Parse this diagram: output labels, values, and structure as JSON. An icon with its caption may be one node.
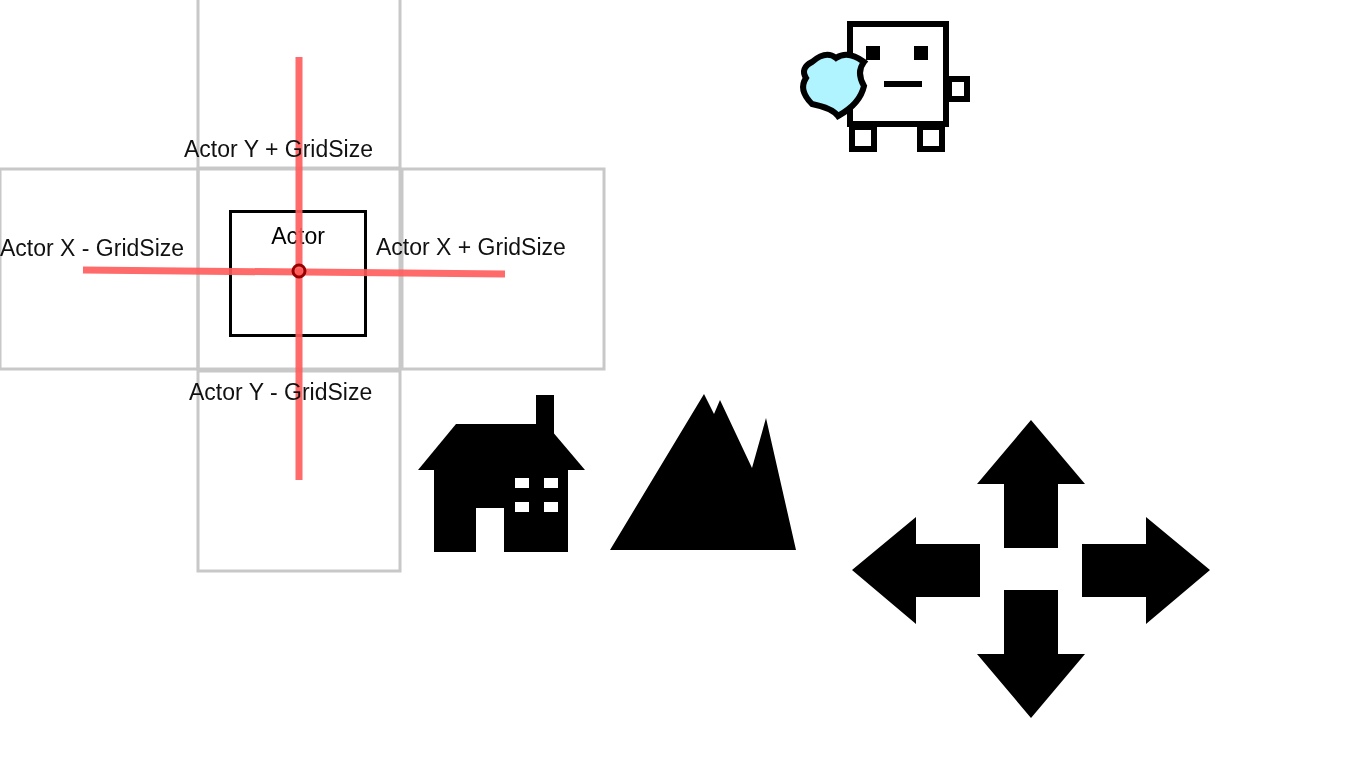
{
  "diagram": {
    "nodes": [
      {
        "text": [
          "Actor"
        ]
      }
    ],
    "labels": [
      "Actor Y + GridSize",
      "Actor X - GridSize",
      "Actor X + GridSize",
      "Actor Y - GridSize"
    ]
  }
}
